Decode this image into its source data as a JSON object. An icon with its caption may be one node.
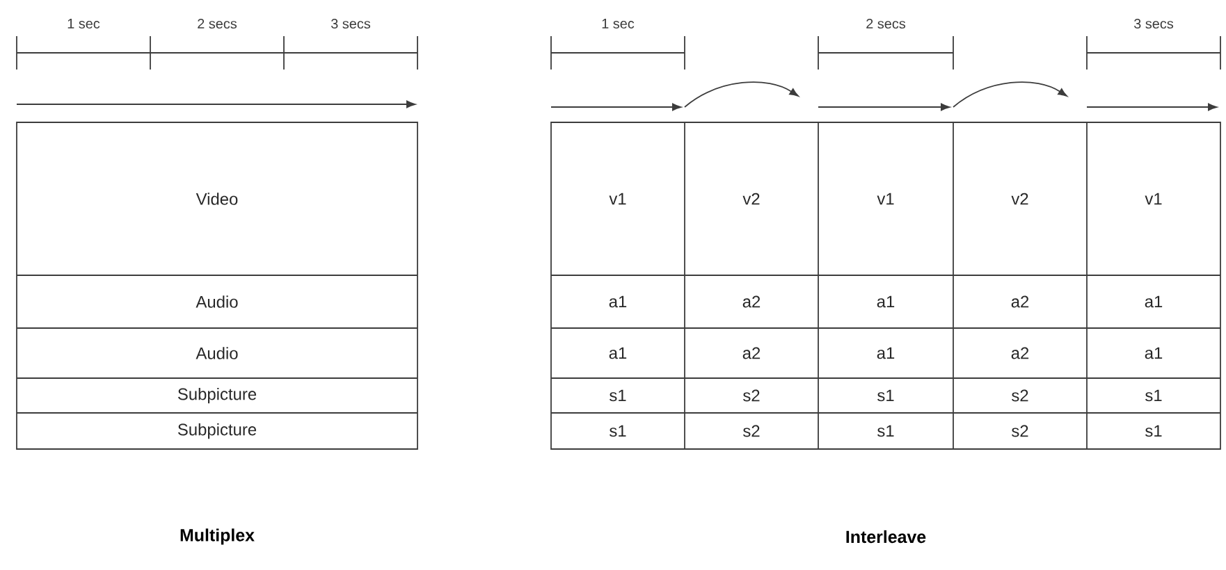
{
  "diagram": {
    "labels": [
      "1 sec",
      "2 secs",
      "3 secs",
      "1 sec",
      "2 secs",
      "3 secs",
      "Video",
      "v1",
      "v2",
      "v1",
      "v2",
      "v1",
      "Audio",
      "a1",
      "a2",
      "a1",
      "a2",
      "a1",
      "Audio",
      "a1",
      "a2",
      "a1",
      "a2",
      "a1",
      "Subpicture",
      "s1",
      "s2",
      "s1",
      "s2",
      "s1",
      "Subpicture",
      "s1",
      "s2",
      "s1",
      "s2",
      "s1",
      "Multiplex",
      "Interleave"
    ]
  }
}
